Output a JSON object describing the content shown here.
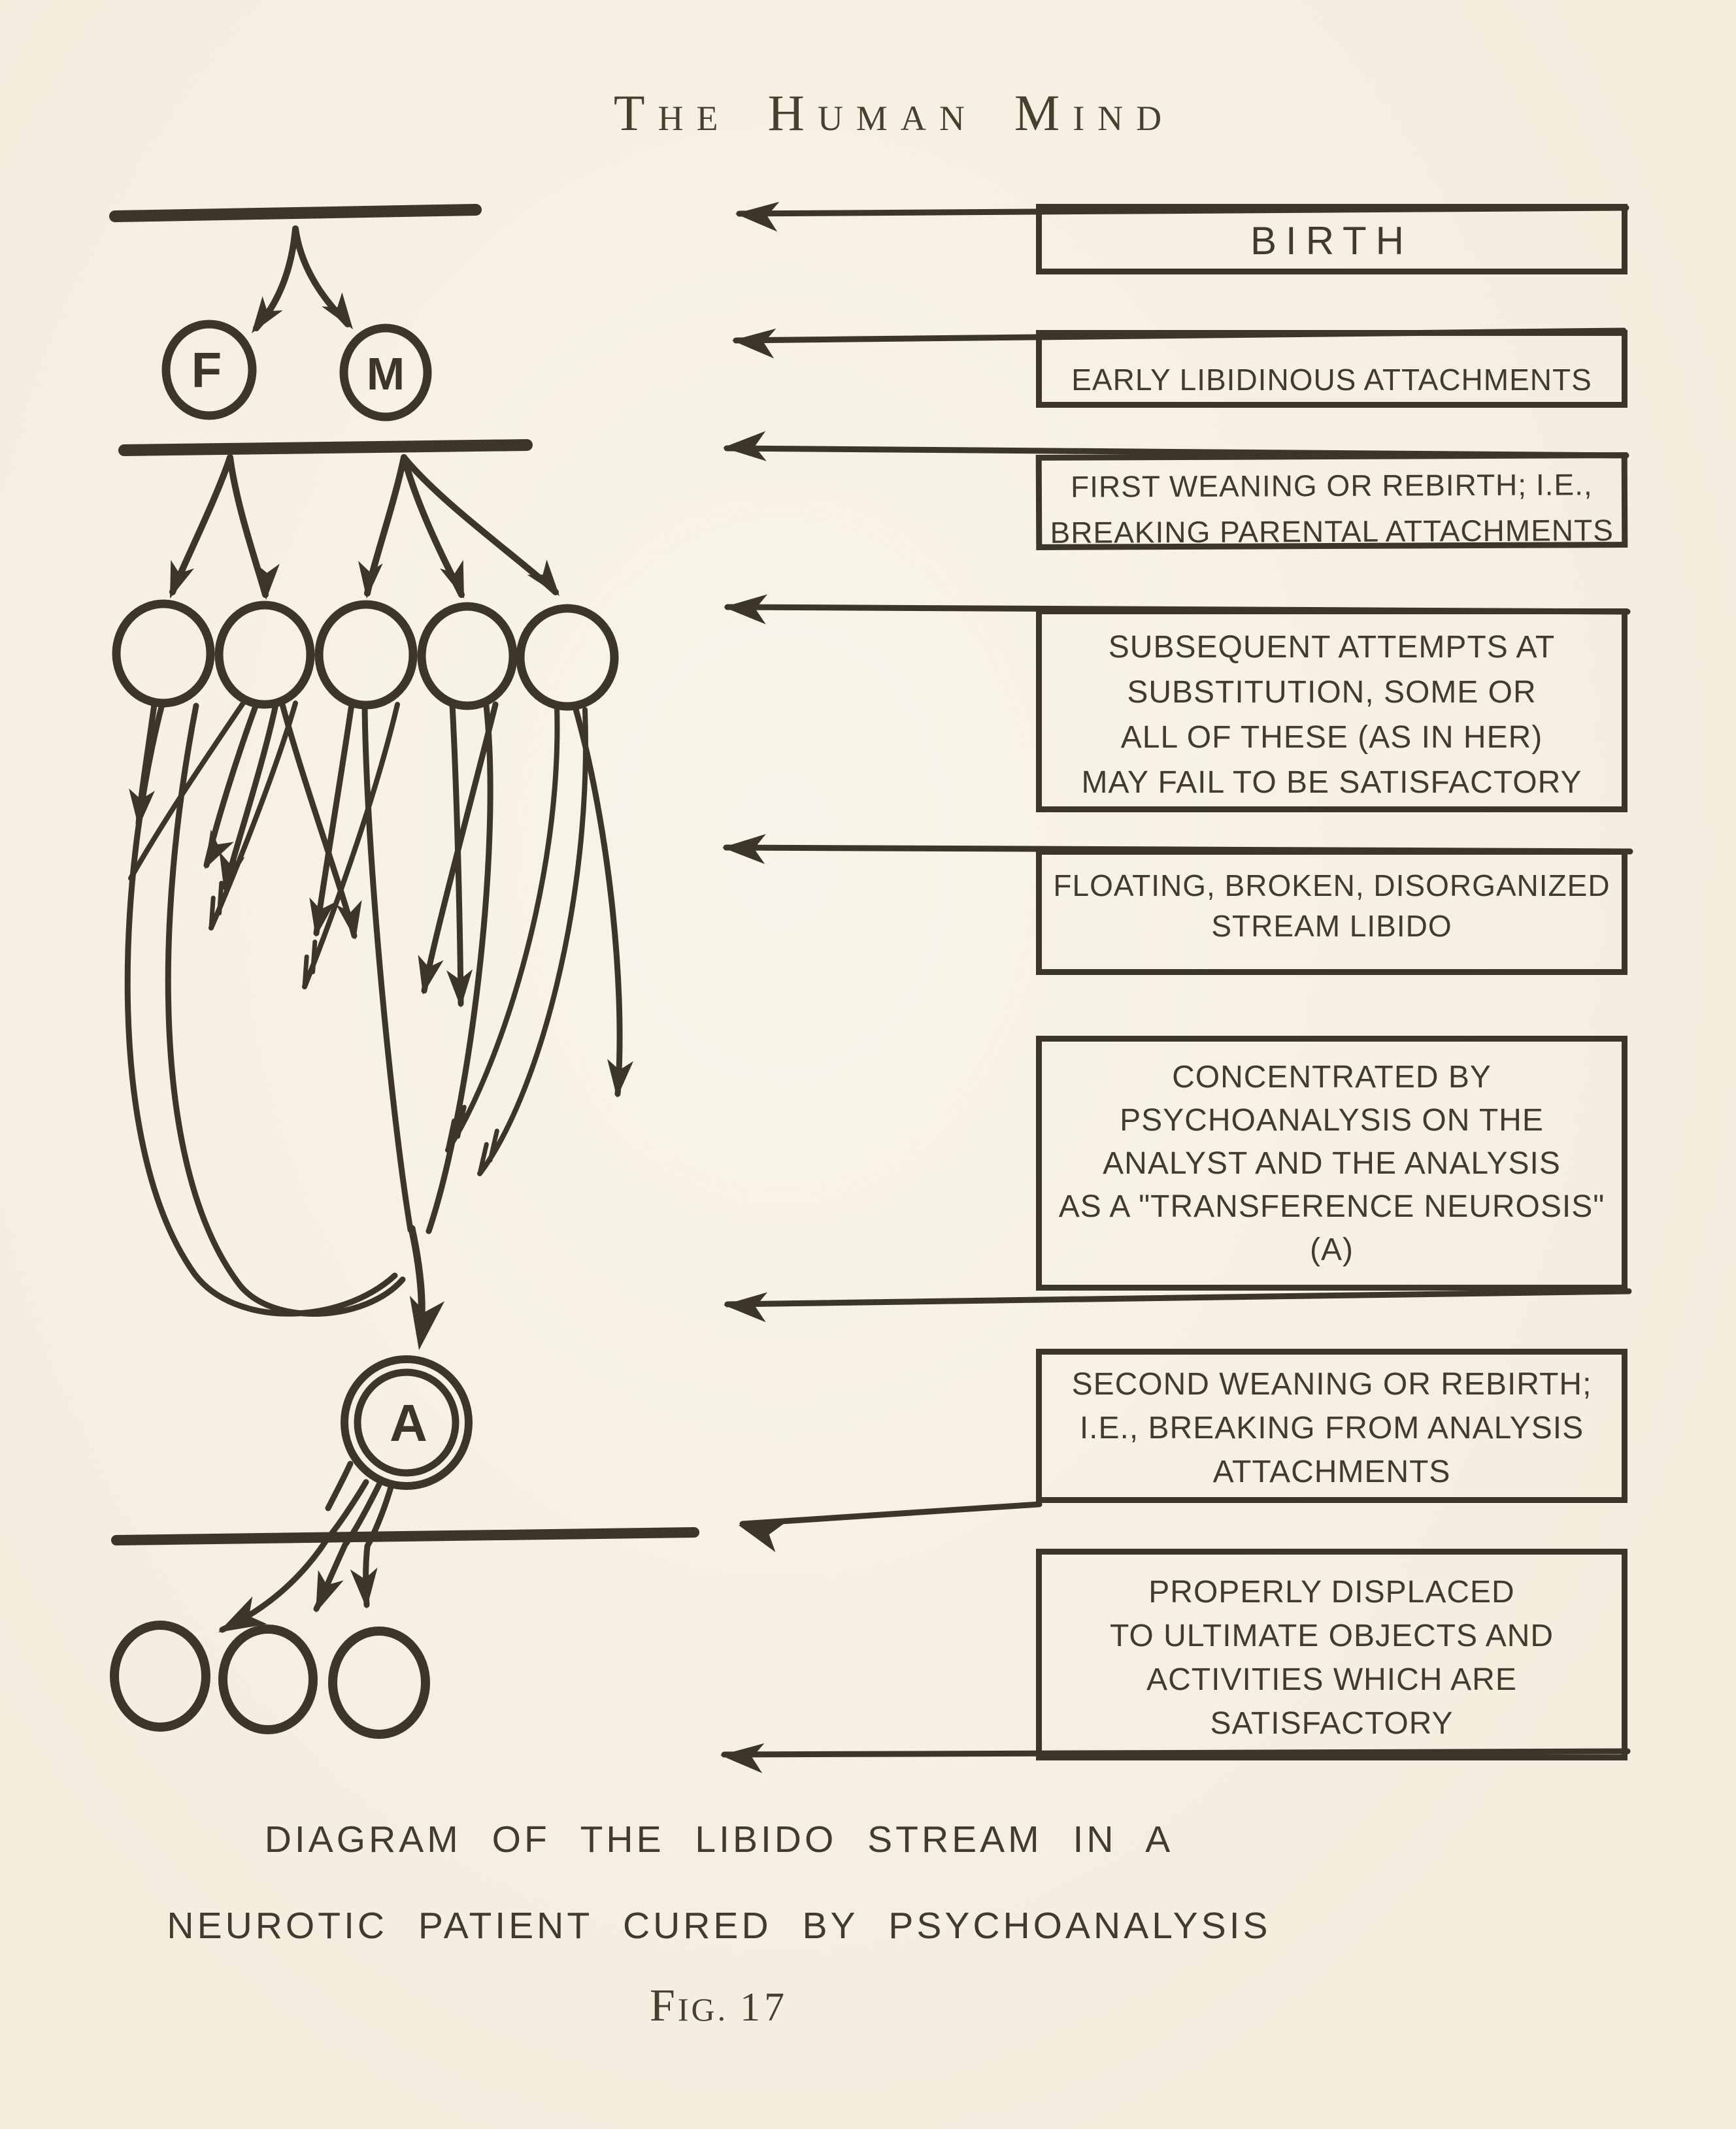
{
  "header": {
    "word1_big": "T",
    "word1_rest": "HE",
    "word2_big": "H",
    "word2_rest": "UMAN",
    "word3_big": "M",
    "word3_rest": "IND"
  },
  "diagram": {
    "father_label": "F",
    "mother_label": "M",
    "analyst_label": "A"
  },
  "boxes": [
    {
      "name": "birth",
      "lines": [
        "BIRTH"
      ]
    },
    {
      "name": "early",
      "lines": [
        "EARLY LIBIDINOUS ATTACHMENTS"
      ]
    },
    {
      "name": "first",
      "lines": [
        "FIRST WEANING OR REBIRTH; I.E.,",
        "BREAKING PARENTAL ATTACHMENTS"
      ]
    },
    {
      "name": "subseq",
      "lines": [
        "SUBSEQUENT ATTEMPTS AT",
        "SUBSTITUTION, SOME OR",
        "ALL OF THESE (AS IN HER)",
        "MAY FAIL TO BE SATISFACTORY"
      ]
    },
    {
      "name": "float",
      "lines": [
        "FLOATING, BROKEN, DISORGANIZED",
        "STREAM LIBIDO"
      ]
    },
    {
      "name": "conc",
      "lines": [
        "CONCENTRATED BY",
        "PSYCHOANALYSIS ON THE",
        "ANALYST AND THE ANALYSIS",
        "AS A \"TRANSFERENCE NEUROSIS\"",
        "(A)"
      ]
    },
    {
      "name": "second",
      "lines": [
        "SECOND WEANING OR REBIRTH;",
        "I.E., BREAKING FROM ANALYSIS",
        "ATTACHMENTS"
      ]
    },
    {
      "name": "proper",
      "lines": [
        "PROPERLY DISPLACED",
        "TO ULTIMATE OBJECTS AND",
        "ACTIVITIES WHICH ARE",
        "SATISFACTORY"
      ]
    }
  ],
  "caption": {
    "line1": "DIAGRAM OF THE LIBIDO STREAM IN A",
    "line2": "NEUROTIC PATIENT CURED BY PSYCHOANALYSIS",
    "fig_big": "F",
    "fig_small": "IG.",
    "fig_number": "17"
  },
  "colors": {
    "paper": "#f7f1e2",
    "ink": "#3b352a"
  }
}
